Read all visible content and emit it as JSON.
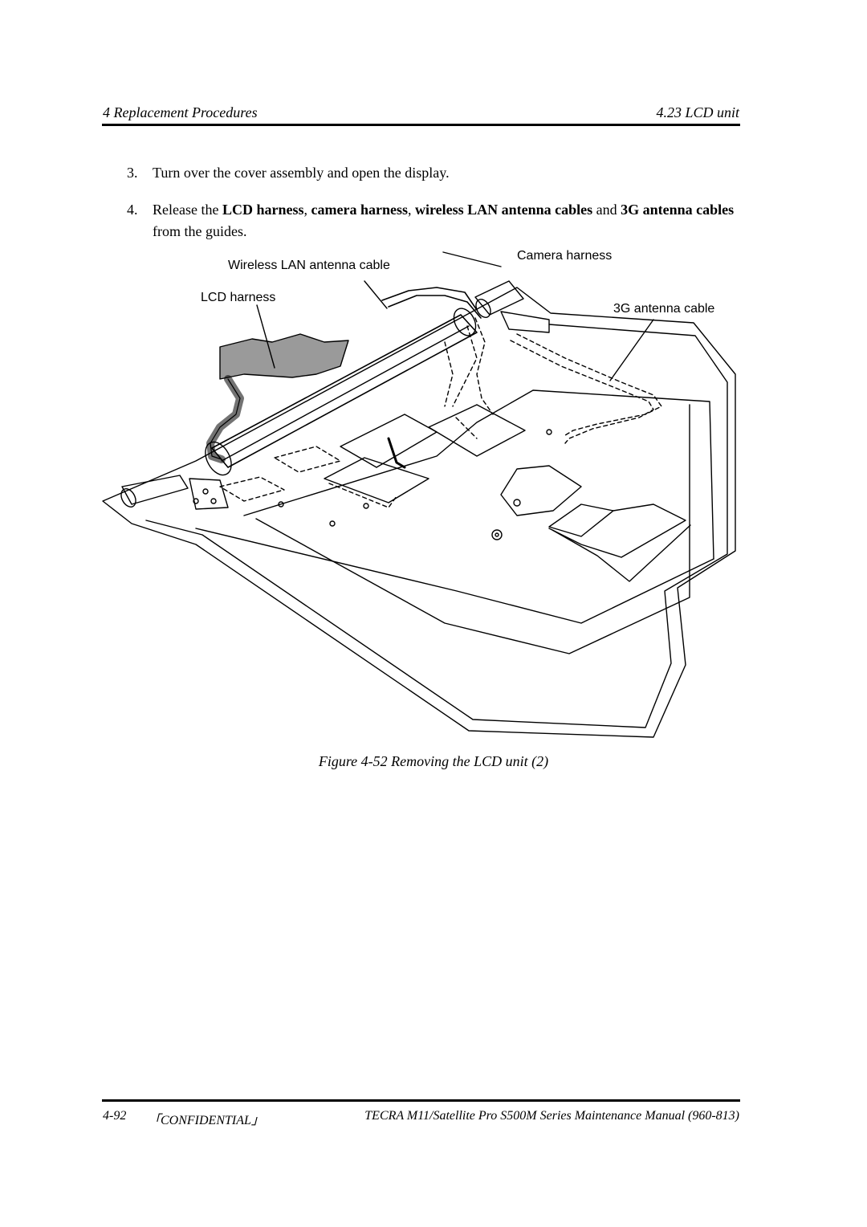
{
  "header": {
    "section": "4 Replacement Procedures",
    "topic": "4.23  LCD unit"
  },
  "steps": [
    {
      "number": "3.",
      "text": "Turn over the cover assembly and open the display."
    },
    {
      "number": "4.",
      "t1": "Release the ",
      "b1": "LCD harness",
      "t2": ", ",
      "b2": "camera harness",
      "t3": ", ",
      "b3": "wireless LAN antenna cables",
      "t4": " and ",
      "b4": "3G antenna cables",
      "t5": " from the guides."
    }
  ],
  "figure": {
    "labels": {
      "wlan": "Wireless LAN antenna cable",
      "camera": "Camera harness",
      "lcd": "LCD harness",
      "antenna3g": "3G antenna cable"
    },
    "caption": "Figure 4-52   Removing the LCD unit (2)"
  },
  "footer": {
    "page": "4-92",
    "confidential": "「CONFIDENTIAL」",
    "manual": "TECRA M11/Satellite Pro S500M Series Maintenance Manual (960-813)"
  }
}
